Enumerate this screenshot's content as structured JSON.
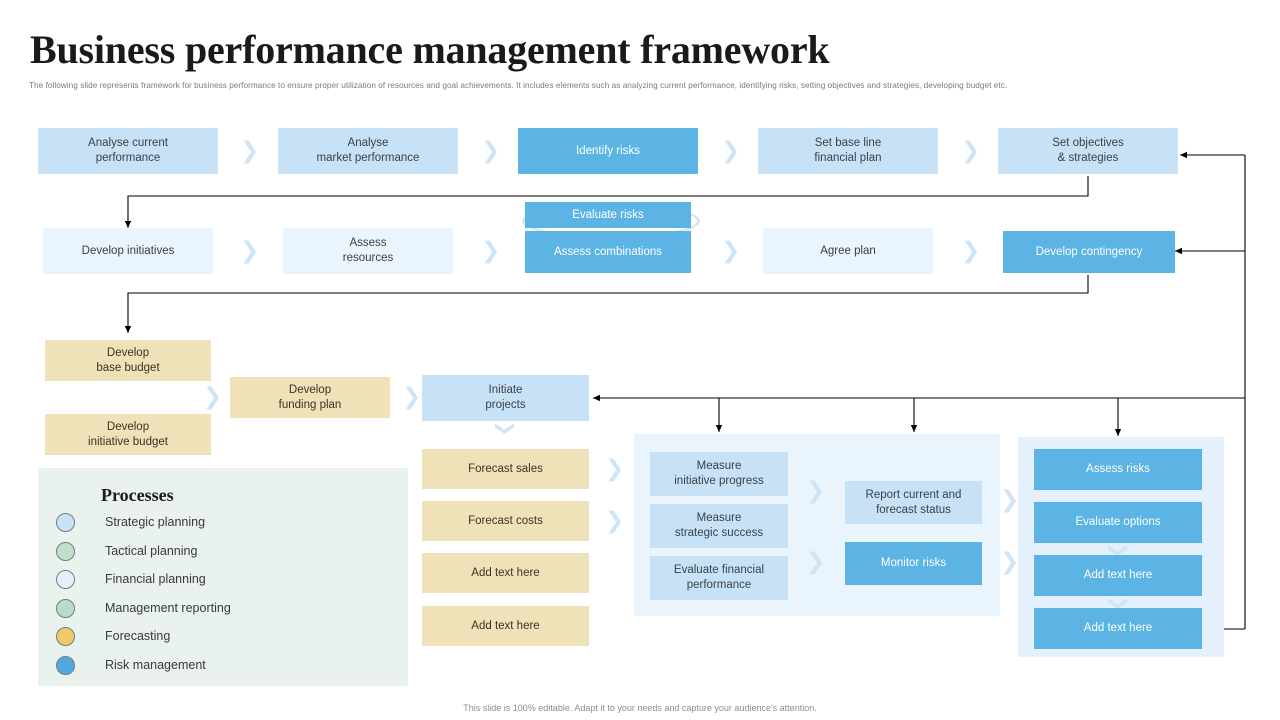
{
  "header": {
    "title": "Business performance management framework",
    "subtitle": "The following slide represents framework for business performance to ensure proper utilization of resources and goal achievements. It includes elements such as analyzing current performance, identifying risks, setting objectives and strategies, developing budget etc."
  },
  "footer": {
    "note": "This slide is 100% editable. Adapt it to your needs and capture your audience's attention."
  },
  "colors": {
    "light_blue": "#c7e2f7",
    "pale_blue": "#eaf4fd",
    "blue": "#5cb4e4",
    "beige": "#f0e2b8",
    "legend_panel": "#e9f2ec",
    "chevron": "#cfe4f4",
    "connector": "#000000"
  },
  "row1": [
    {
      "label": "Analyse current\nperformance",
      "style": "light_blue"
    },
    {
      "label": "Analyse\nmarket performance",
      "style": "light_blue"
    },
    {
      "label": "Identify risks",
      "style": "blue"
    },
    {
      "label": "Set base line\nfinancial plan",
      "style": "light_blue"
    },
    {
      "label": "Set objectives\n& strategies",
      "style": "light_blue"
    }
  ],
  "row2": [
    {
      "label": "Develop initiatives",
      "style": "pale_blue"
    },
    {
      "label": "Assess\nresources",
      "style": "pale_blue"
    },
    {
      "label": "Evaluate risks",
      "style": "blue"
    },
    {
      "label": "Assess combinations",
      "style": "blue"
    },
    {
      "label": "Agree plan",
      "style": "pale_blue"
    },
    {
      "label": "Develop contingency",
      "style": "blue"
    }
  ],
  "row3": [
    {
      "label": "Develop\nbase budget",
      "style": "beige"
    },
    {
      "label": "Develop\ninitiative budget",
      "style": "beige"
    },
    {
      "label": "Develop\nfunding plan",
      "style": "beige"
    },
    {
      "label": "Initiate\nprojects",
      "style": "light_blue"
    }
  ],
  "forecast_column": [
    {
      "label": "Forecast sales",
      "style": "beige"
    },
    {
      "label": "Forecast costs",
      "style": "beige"
    },
    {
      "label": "Add text here",
      "style": "beige"
    },
    {
      "label": "Add text here",
      "style": "beige"
    }
  ],
  "measure_group": [
    {
      "label": "Measure\ninitiative progress",
      "style": "light_blue"
    },
    {
      "label": "Measure\nstrategic success",
      "style": "light_blue"
    },
    {
      "label": "Evaluate financial\nperformance",
      "style": "light_blue"
    }
  ],
  "report_group": [
    {
      "label": "Report current and\nforecast status",
      "style": "light_blue"
    },
    {
      "label": "Monitor risks",
      "style": "blue"
    }
  ],
  "risk_group": [
    {
      "label": "Assess risks",
      "style": "blue"
    },
    {
      "label": "Evaluate options",
      "style": "blue"
    },
    {
      "label": "Add text here",
      "style": "blue"
    },
    {
      "label": "Add text here",
      "style": "blue"
    }
  ],
  "legend": {
    "title": "Processes",
    "items": [
      {
        "label": "Strategic planning",
        "color": "#c7e2f7"
      },
      {
        "label": "Tactical planning",
        "color": "#bfe0cd"
      },
      {
        "label": "Financial planning",
        "color": "#e4f0fb"
      },
      {
        "label": "Management reporting",
        "color": "#b6ddc6"
      },
      {
        "label": "Forecasting",
        "color": "#efc868"
      },
      {
        "label": "Risk management",
        "color": "#54a8e0"
      }
    ]
  }
}
